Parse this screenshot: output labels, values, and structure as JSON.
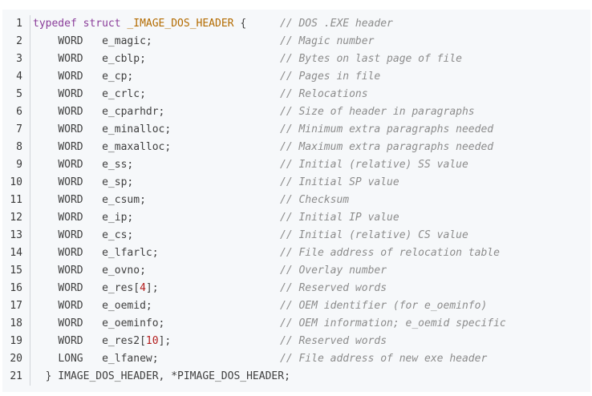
{
  "code": {
    "line_numbers": [
      "1",
      "2",
      "3",
      "4",
      "5",
      "6",
      "7",
      "8",
      "9",
      "10",
      "11",
      "12",
      "13",
      "14",
      "15",
      "16",
      "17",
      "18",
      "19",
      "20",
      "21"
    ],
    "header": {
      "kw1": "typedef",
      "kw2": "struct",
      "name": "_IMAGE_DOS_HEADER",
      "brace": "{",
      "comment": "// DOS .EXE header"
    },
    "fields": [
      {
        "type": "WORD",
        "name": "e_magic;",
        "comment": "// Magic number"
      },
      {
        "type": "WORD",
        "name": "e_cblp;",
        "comment": "// Bytes on last page of file"
      },
      {
        "type": "WORD",
        "name": "e_cp;",
        "comment": "// Pages in file"
      },
      {
        "type": "WORD",
        "name": "e_crlc;",
        "comment": "// Relocations"
      },
      {
        "type": "WORD",
        "name": "e_cparhdr;",
        "comment": "// Size of header in paragraphs"
      },
      {
        "type": "WORD",
        "name": "e_minalloc;",
        "comment": "// Minimum extra paragraphs needed"
      },
      {
        "type": "WORD",
        "name": "e_maxalloc;",
        "comment": "// Maximum extra paragraphs needed"
      },
      {
        "type": "WORD",
        "name": "e_ss;",
        "comment": "// Initial (relative) SS value"
      },
      {
        "type": "WORD",
        "name": "e_sp;",
        "comment": "// Initial SP value"
      },
      {
        "type": "WORD",
        "name": "e_csum;",
        "comment": "// Checksum"
      },
      {
        "type": "WORD",
        "name": "e_ip;",
        "comment": "// Initial IP value"
      },
      {
        "type": "WORD",
        "name": "e_cs;",
        "comment": "// Initial (relative) CS value"
      },
      {
        "type": "WORD",
        "name": "e_lfarlc;",
        "comment": "// File address of relocation table"
      },
      {
        "type": "WORD",
        "name": "e_ovno;",
        "comment": "// Overlay number"
      },
      {
        "type": "WORD",
        "name": "e_res",
        "index": "4",
        "suffix": "];",
        "comment": "// Reserved words"
      },
      {
        "type": "WORD",
        "name": "e_oemid;",
        "comment": "// OEM identifier (for e_oeminfo)"
      },
      {
        "type": "WORD",
        "name": "e_oeminfo;",
        "comment": "// OEM information; e_oemid specific"
      },
      {
        "type": "WORD",
        "name": "e_res2",
        "index": "10",
        "suffix": "];",
        "comment": "// Reserved words"
      },
      {
        "type": "LONG",
        "name": "e_lfanew;",
        "comment": "// File address of new exe header"
      }
    ],
    "footer": "} IMAGE_DOS_HEADER, *PIMAGE_DOS_HEADER;"
  }
}
